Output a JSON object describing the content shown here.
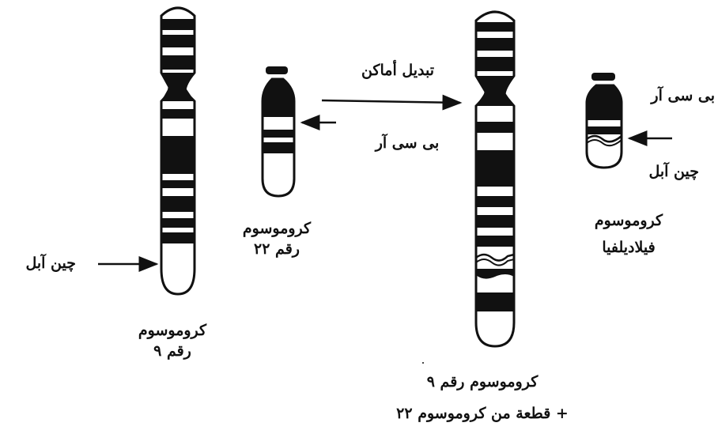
{
  "colors": {
    "ink": "#111111",
    "paper": "#ffffff"
  },
  "chr9": {
    "name_line1": "كروموسوم",
    "name_line2": "رقم ٩",
    "gene_label": "چين آبل"
  },
  "chr22": {
    "name_line1": "كروموسوم",
    "name_line2": "رقم ٢٢"
  },
  "translocation": {
    "label": "تبديل أماكن",
    "bcr_label": "بى سى آر"
  },
  "derivative9": {
    "name_line1": "كروموسوم رقم ٩",
    "name_line2": "+ قطعة من كروموسوم ٢٢"
  },
  "philadelphia": {
    "bcr_label": "بى سى آر",
    "abl_label": "چين آبل",
    "name_line1": "كروموسوم",
    "name_line2": "فيلاديلفيا"
  }
}
